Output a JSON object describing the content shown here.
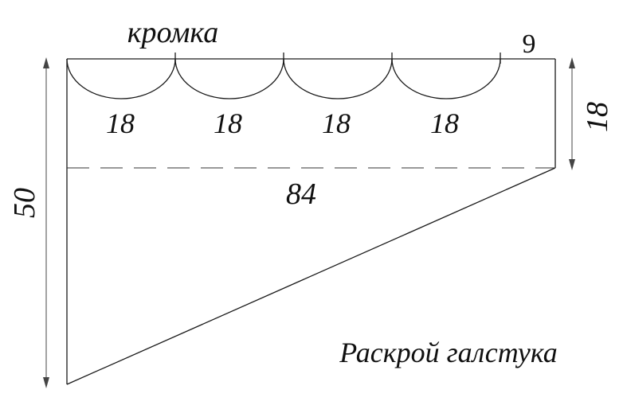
{
  "labels": {
    "selvage": "кромка",
    "corner_width": "9",
    "scallop_widths": [
      "18",
      "18",
      "18",
      "18"
    ],
    "right_height": "18",
    "total_width": "84",
    "total_height": "50",
    "caption": "Раскрой галстука"
  },
  "colors": {
    "line": "#1a1a1a",
    "dimension": "#444444",
    "text": "#111111",
    "background": "#ffffff"
  }
}
